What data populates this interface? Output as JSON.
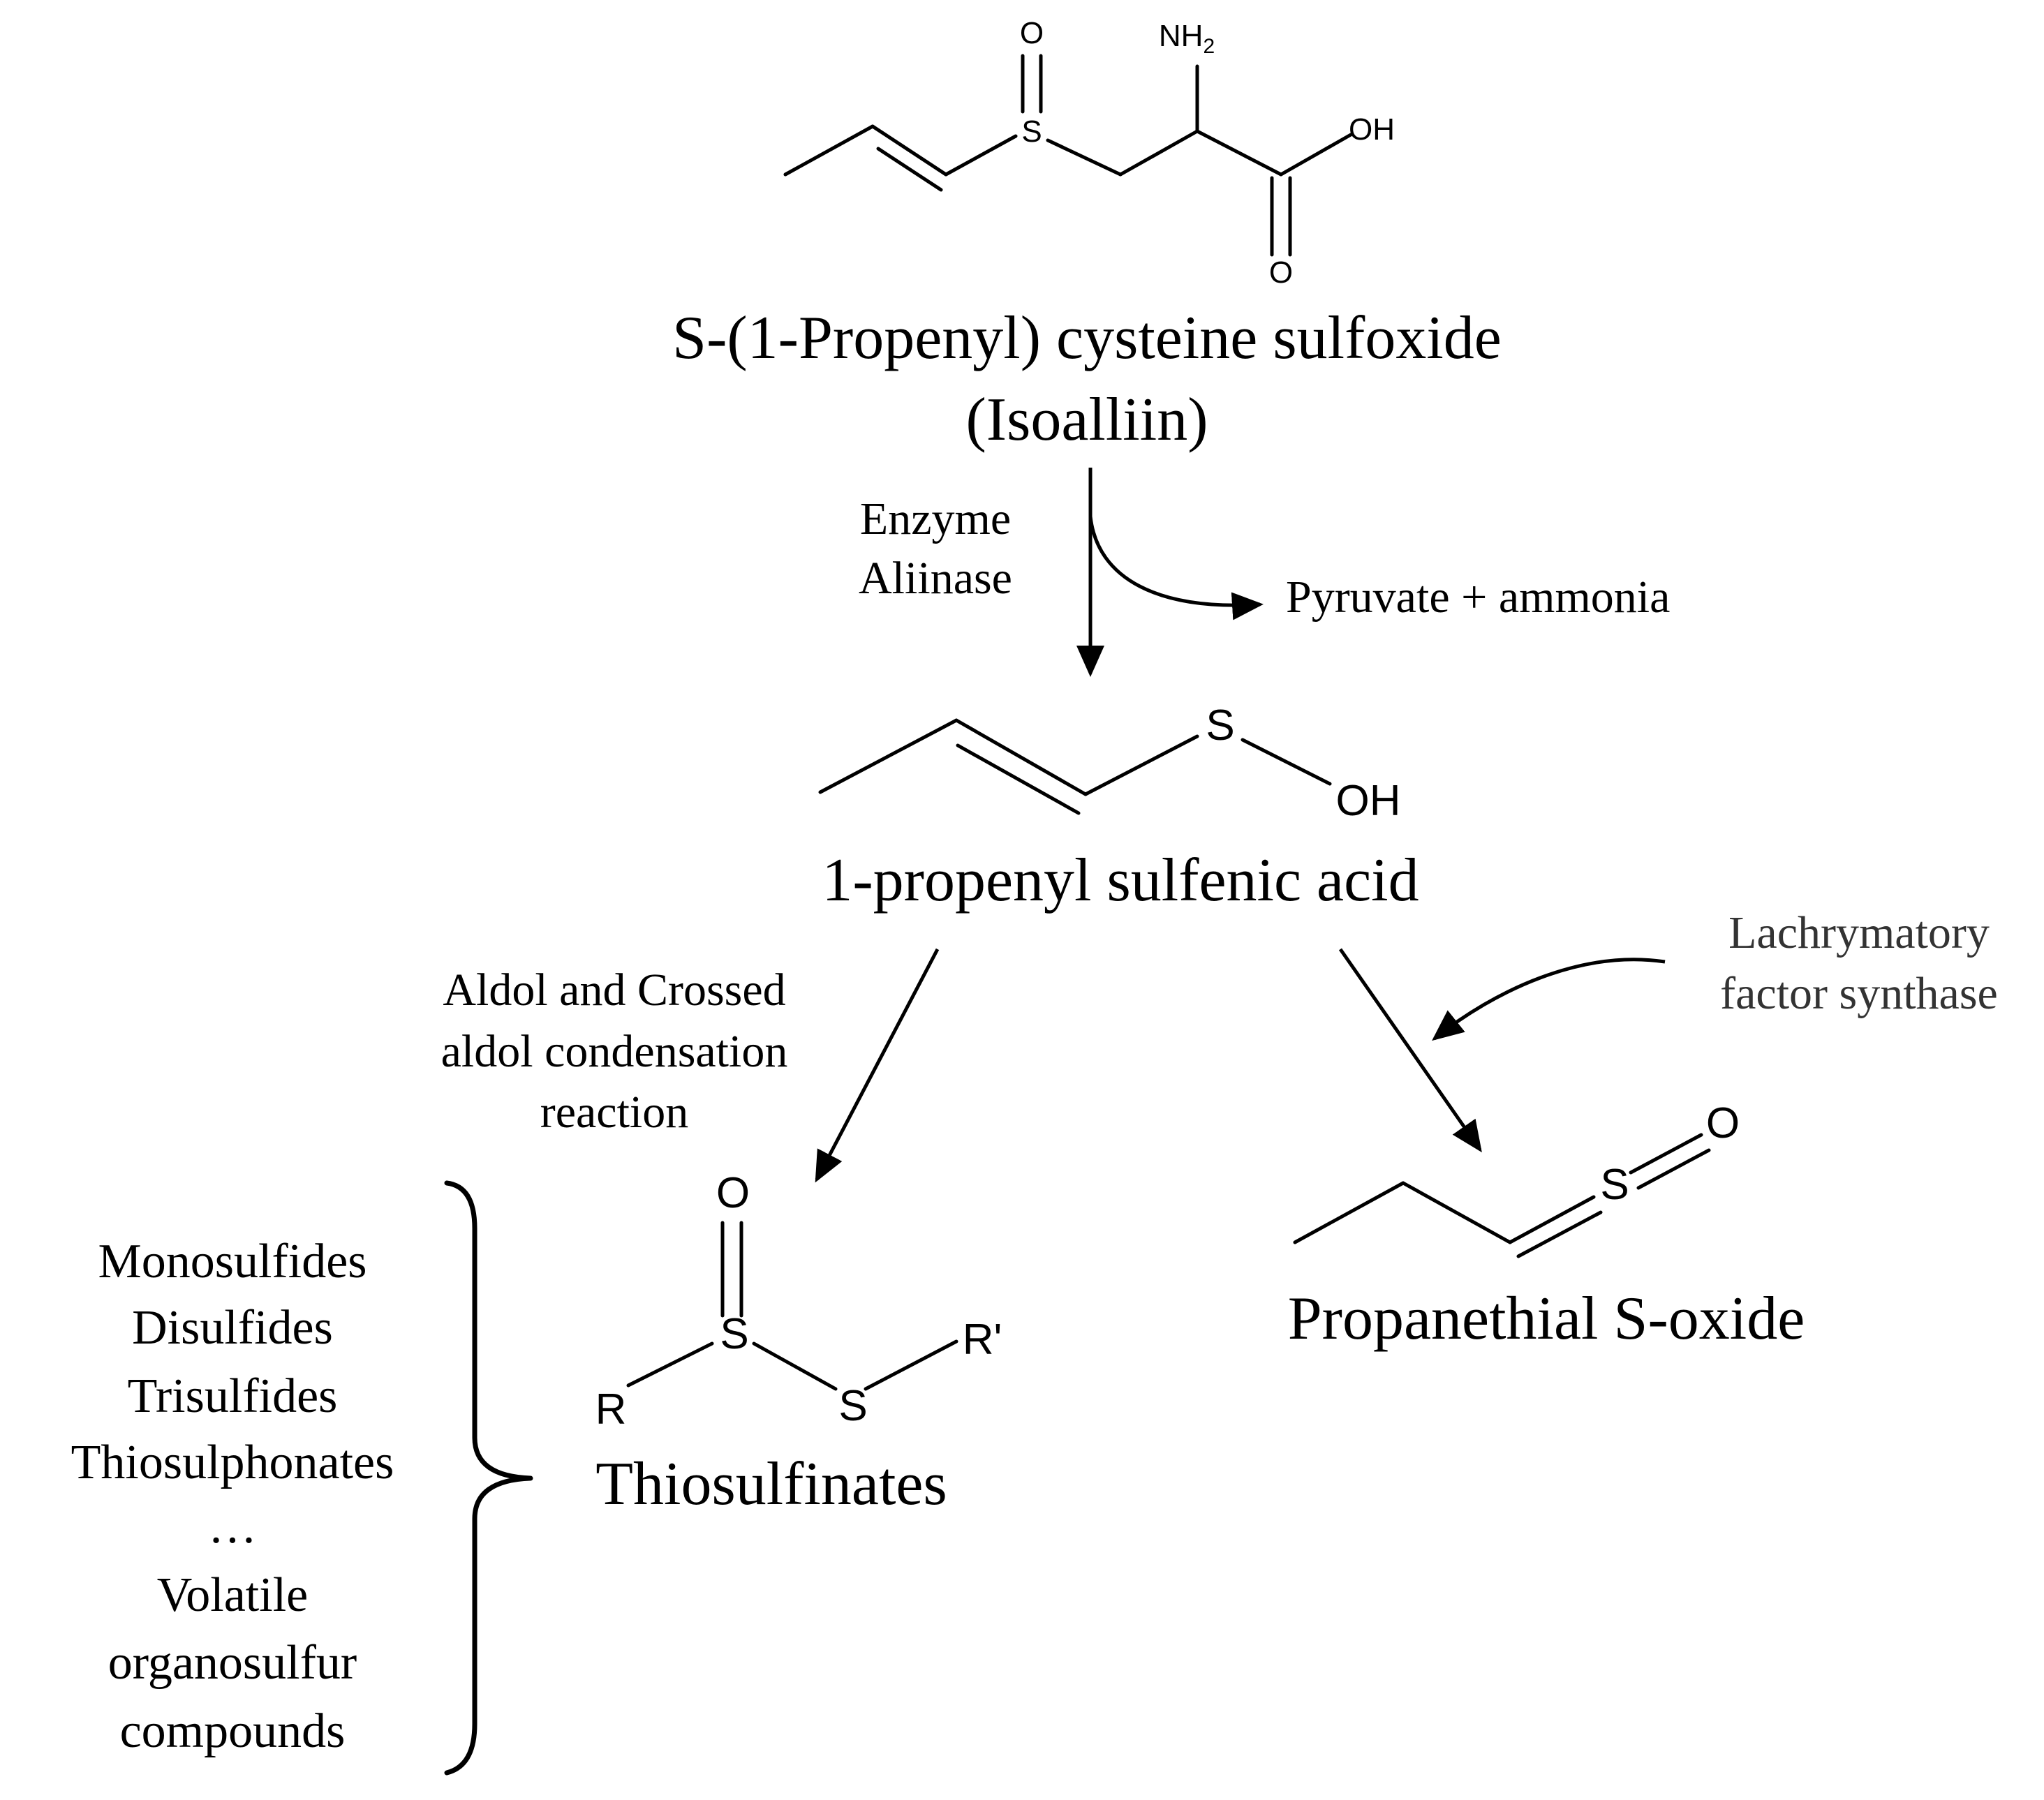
{
  "isoalliin": {
    "atoms": {
      "o": "O",
      "s": "S",
      "nh2": "NH",
      "nh2_sub": "2",
      "oh": "OH",
      "o_carbonyl": "O"
    },
    "name_line1": "S-(1-Propenyl) cysteine sulfoxide",
    "name_line2": "(Isoalliin)"
  },
  "enzyme": {
    "line1": "Enzyme",
    "line2": "Aliinase"
  },
  "byproduct": "Pyruvate + ammonia",
  "sulfenic_acid": {
    "atoms": {
      "s": "S",
      "oh": "OH"
    },
    "name": "1-propenyl sulfenic acid"
  },
  "condensation": {
    "line1": "Aldol and Crossed",
    "line2": "aldol condensation",
    "line3": "reaction"
  },
  "lfs": {
    "line1": "Lachrymatory",
    "line2": "factor synthase"
  },
  "thiosulfinates": {
    "atoms": {
      "o": "O",
      "s1": "S",
      "s2": "S",
      "r": "R",
      "r_prime": "R'"
    },
    "name": "Thiosulfinates"
  },
  "propanethial": {
    "atoms": {
      "s": "S",
      "o": "O"
    },
    "name": "Propanethial S-oxide"
  },
  "products_list": [
    "Monosulfides",
    "Disulfides",
    "Trisulfides",
    "Thiosulphonates",
    "…",
    "Volatile",
    "organosulfur",
    "compounds"
  ]
}
